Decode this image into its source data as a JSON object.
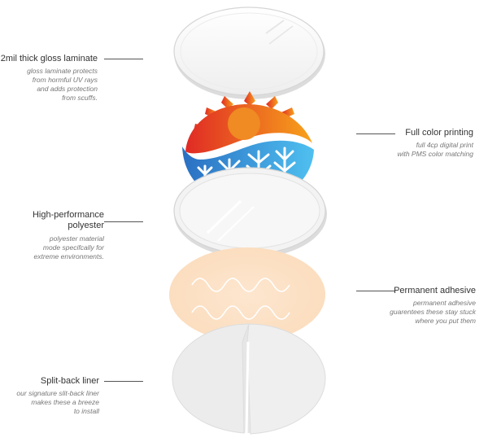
{
  "layers": [
    {
      "title": "2mil thick gloss laminate",
      "description": [
        "gloss laminate protects",
        "from hormful UV rays",
        "and adds protection",
        "from scuffs."
      ]
    },
    {
      "title": "Full color printing",
      "description": [
        "full 4cp digital print",
        "with PMS color matching"
      ]
    },
    {
      "title": [
        "High-performance",
        "polyester"
      ],
      "description": [
        "polyester material",
        "mode specifcally for",
        "extreme environments."
      ]
    },
    {
      "title": "Permanent adhesive",
      "description": [
        "permanent adhesive",
        "guarentees these stay stuck",
        "where you put them"
      ]
    },
    {
      "title": "Split-back liner",
      "description": [
        "our signature slit-back liner",
        "makes these a breeze",
        "to install"
      ]
    }
  ],
  "colors": {
    "sun_orange": "#f39321",
    "sun_red": "#e23a24",
    "snow_blue": "#2c82c9",
    "snow_light_blue": "#4fb3ea",
    "adhesive_peach": "#fde5cc",
    "liner_grey": "#ececec"
  },
  "icons": [
    "sun-icon",
    "snowflake-icon"
  ]
}
